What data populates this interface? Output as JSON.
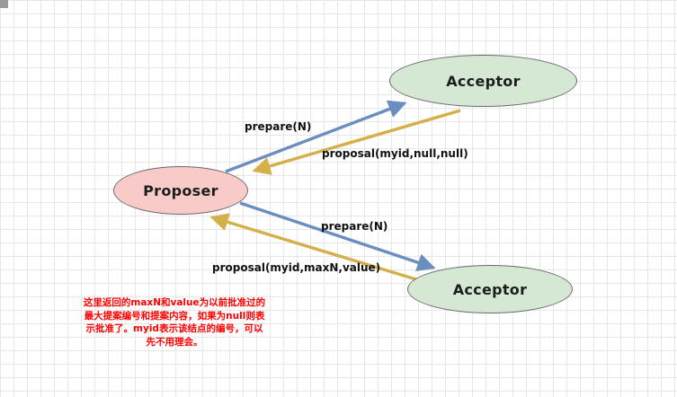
{
  "diagram": {
    "title": "Paxos prepare/proposal message flow",
    "nodes": [
      {
        "id": "acceptor-top",
        "label": "Acceptor",
        "fill": "#d5e8d4"
      },
      {
        "id": "proposer",
        "label": "Proposer",
        "fill": "#f8cbc8"
      },
      {
        "id": "acceptor-bottom",
        "label": "Acceptor",
        "fill": "#d5e8d4"
      }
    ],
    "edges": [
      {
        "id": "prepare-top",
        "label": "prepare(N)",
        "color": "#6c8ebf",
        "from": "proposer",
        "to": "acceptor-top"
      },
      {
        "id": "proposal-top",
        "label": "proposal(myid,null,null)",
        "color": "#d3b04a",
        "from": "acceptor-top",
        "to": "proposer"
      },
      {
        "id": "prepare-bottom",
        "label": "prepare(N)",
        "color": "#6c8ebf",
        "from": "proposer",
        "to": "acceptor-bottom"
      },
      {
        "id": "proposal-bottom",
        "label": "proposal(myid,maxN,value)",
        "color": "#d3b04a",
        "from": "acceptor-bottom",
        "to": "proposer"
      }
    ],
    "note": {
      "color": "#ff0000",
      "lines": [
        "这里返回的maxN和value为以前批准过的",
        "最大提案编号和提案内容，如果为null则表",
        "示批准了。myid表示该结点的编号，可以",
        "先不用理会。"
      ]
    }
  }
}
